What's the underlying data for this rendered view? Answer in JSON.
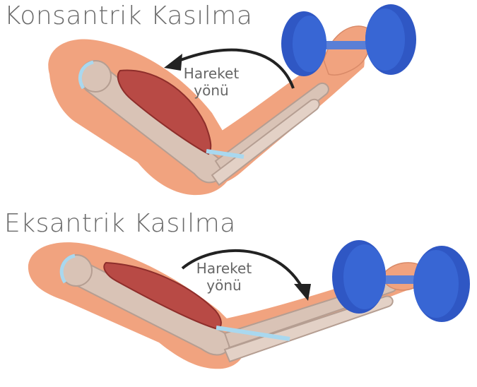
{
  "figure": {
    "concentric": {
      "title": "Konsantrik Kasılma",
      "direction_label_line1": "Hareket",
      "direction_label_line2": "yönü"
    },
    "eccentric": {
      "title": "Eksantrik Kasılma",
      "direction_label_line1": "Hareket",
      "direction_label_line2": "yönü"
    }
  },
  "colors": {
    "skin": "#f1a37f",
    "skin_light": "#f6c3a6",
    "bone": "#d9c3b6",
    "bone_outline": "#b59e92",
    "muscle": "#b84a45",
    "muscle_dark": "#8e2e2b",
    "tendon": "#a9d8ef",
    "dumbbell": "#2f57c4",
    "dumbbell_dark": "#1c3a94",
    "arrow": "#222222",
    "title": "#6b6b6b"
  }
}
